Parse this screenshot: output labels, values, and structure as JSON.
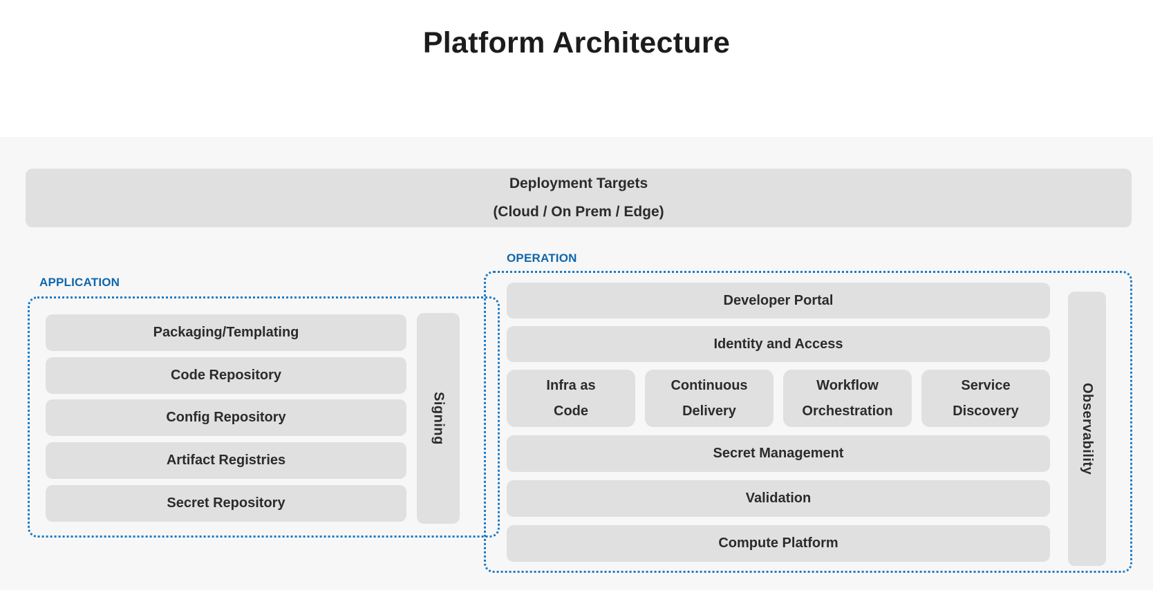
{
  "page": {
    "title": "Platform Architecture"
  },
  "colors": {
    "accent_blue_dotted_border": "#1b7ac6",
    "group_label_blue": "#0d66ac",
    "box_fill_gray": "#e0e0e0",
    "canvas_background": "#f7f7f7",
    "text_dark": "#2b2b2b"
  },
  "deployment": {
    "line1": "Deployment Targets",
    "line2": "(Cloud / On Prem / Edge)"
  },
  "application": {
    "label": "APPLICATION",
    "items": [
      "Packaging/Templating",
      "Code Repository",
      "Config Repository",
      "Artifact Registries",
      "Secret Repository"
    ],
    "side_label": "Signing"
  },
  "operation": {
    "label": "OPERATION",
    "top_rows": [
      "Developer Portal",
      "Identity and Access"
    ],
    "middle_row": [
      {
        "line1": "Infra as",
        "line2": "Code"
      },
      {
        "line1": "Continuous",
        "line2": "Delivery"
      },
      {
        "line1": "Workflow",
        "line2": "Orchestration"
      },
      {
        "line1": "Service",
        "line2": "Discovery"
      }
    ],
    "bottom_rows": [
      "Secret Management",
      "Validation",
      "Compute Platform"
    ],
    "side_label": "Observability"
  }
}
